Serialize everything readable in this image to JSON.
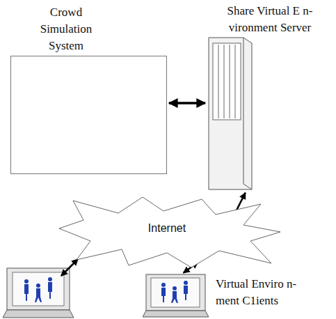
{
  "diagram": {
    "nodes": [
      {
        "text": [
          "Crowd Simulation System"
        ]
      },
      {
        "text": [
          "Share Virtual E n- vironment Server"
        ]
      },
      {
        "text": [
          "Internet"
        ]
      },
      {
        "text": [
          "Virtual Enviro n- ment C1ients"
        ]
      }
    ],
    "edges": [
      {
        "from": 0,
        "to": 1,
        "arrow": "both"
      },
      {
        "from": 1,
        "to": 2,
        "arrow": "both"
      },
      {
        "from": 2,
        "to": 3,
        "arrow": "both"
      }
    ]
  }
}
